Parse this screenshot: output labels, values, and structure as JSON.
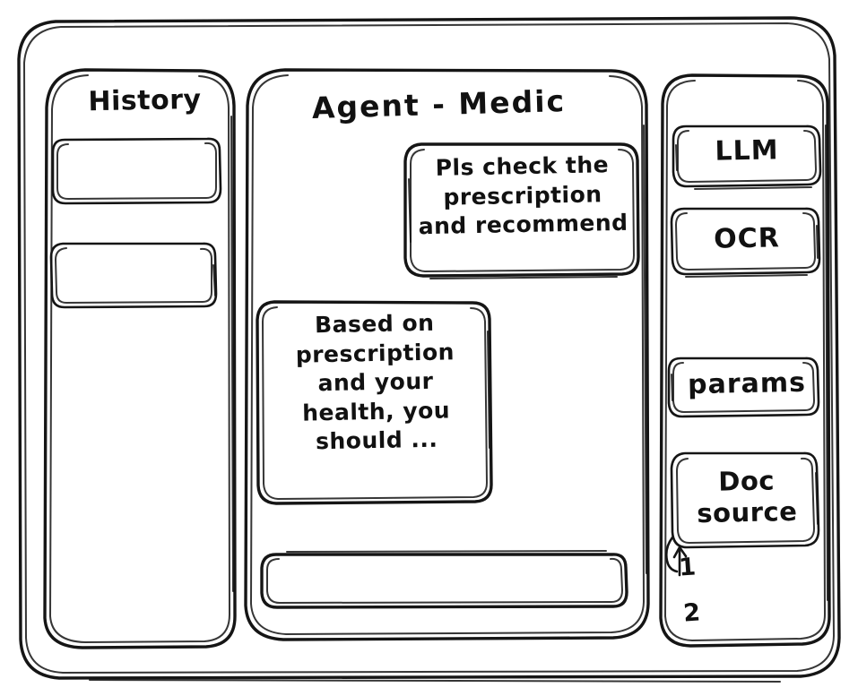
{
  "window": {
    "style": "hand-drawn-wireframe",
    "stroke_color": "#151515",
    "background_color": "#ffffff"
  },
  "sidebar": {
    "title": "History",
    "items": [
      {
        "label": "",
        "name": "history-item-1"
      },
      {
        "label": "",
        "name": "history-item-2"
      }
    ]
  },
  "main": {
    "title": "Agent - Medic",
    "messages": [
      {
        "role": "user",
        "text": "Pls check the\nprescription\nand recommend"
      },
      {
        "role": "agent",
        "text": "Based on\nprescription\nand your\nhealth, you\nshould ..."
      }
    ],
    "composer": {
      "value": "",
      "placeholder": ""
    }
  },
  "tools_panel": {
    "buttons": [
      {
        "label": "LLM",
        "name": "llm-button"
      },
      {
        "label": "OCR",
        "name": "ocr-button"
      },
      {
        "label": "params",
        "name": "params-button"
      }
    ],
    "doc_source": {
      "label": "Doc\nsource",
      "entries": [
        "1",
        "2"
      ]
    }
  }
}
